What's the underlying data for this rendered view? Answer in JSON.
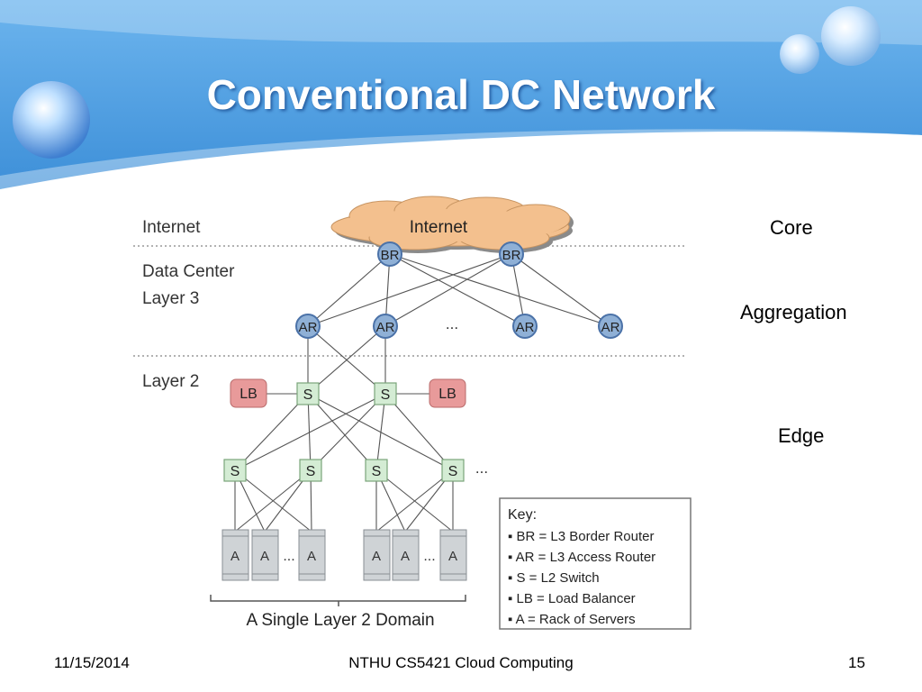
{
  "slide": {
    "title": "Conventional DC Network",
    "side_labels": {
      "core": "Core",
      "aggregation": "Aggregation",
      "edge": "Edge"
    },
    "footer": {
      "date": "11/15/2014",
      "course": "NTHU CS5421 Cloud Computing",
      "page": "15"
    }
  },
  "diagram": {
    "layers": {
      "internet": "Internet",
      "dc_l3_line1": "Data Center",
      "dc_l3_line2": "Layer 3",
      "layer2": "Layer 2"
    },
    "cloud_label": "Internet",
    "border_router": "BR",
    "access_router": "AR",
    "switch": "S",
    "load_balancer": "LB",
    "rack": "A",
    "ellipsis": "...",
    "domain_label": "A Single Layer 2 Domain",
    "key": {
      "title": "Key:",
      "items": [
        "BR = L3 Border Router",
        "AR = L3 Access Router",
        "S = L2 Switch",
        "LB = Load Balancer",
        "A = Rack of Servers"
      ]
    }
  },
  "colors": {
    "router_fill": "#8fb0d6",
    "router_stroke": "#4b72a8",
    "switch_fill": "#d4ecd4",
    "switch_stroke": "#7aa57a",
    "lb_fill": "#e89a9a",
    "cloud_fill": "#f3c08e",
    "rack_fill": "#cfd3d6",
    "header_blue": "#4f9fe2"
  }
}
